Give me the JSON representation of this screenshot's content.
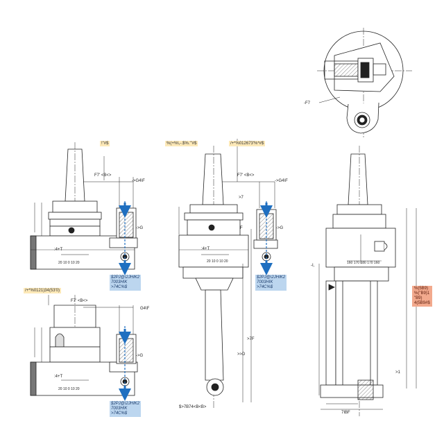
{
  "tags": {
    "tl_title": "!\"#$",
    "tm_title_a": "%(+%\\,-.$%.'\"#$",
    "tm_title_b": "/+*%012673'%*#$",
    "bl_title": "/+*%0121)34(53'0)",
    "spec_left_top": "$2PJ@\\2JHIK2\n7003HIK\n>74C%$",
    "spec_left_bot": "$2PJ@\\2JHIK2\n7003HIK\n>74C%$",
    "spec_mid": "$2PJ@\\2JHIK2\n7003HIK\n>74C%$",
    "spec_right": "%(5B9)\n%(\"B9)1\n\"B9)\n4(5B9#$"
  },
  "labels": {
    "f7_b_tl": "F7' <B<>",
    "f7_b_tm": "F7' <B<>",
    "f7_b_bl": "F7' <B<>",
    "g4f_tl": "->G4\\F",
    "g4f_tm": "->G4\\F",
    "g4f_bl": "G4\\F",
    "g_tl": "->G",
    "g_tm": "->G",
    "g_bl": "->G",
    "t_tl": ":4+T",
    "t_tm": ":4+T",
    "t_bl": ":4+T",
    "scale_tl": "20 10 0 10 20",
    "scale_tm": "20 10 0 10 20",
    "scale_bl": "20 10 0 10 20",
    "scale_r": "160 170 180 170 160",
    "f7_top": "-F7",
    "d_mid": ">>D",
    "f_mid": ">7F",
    "f_small": "F",
    "seven_mid": ">7",
    "bottom_mid": "$>7B74<B<B>",
    "r_left": "-I,",
    "r_bottom": "7IBF",
    "r_one": ">1"
  }
}
